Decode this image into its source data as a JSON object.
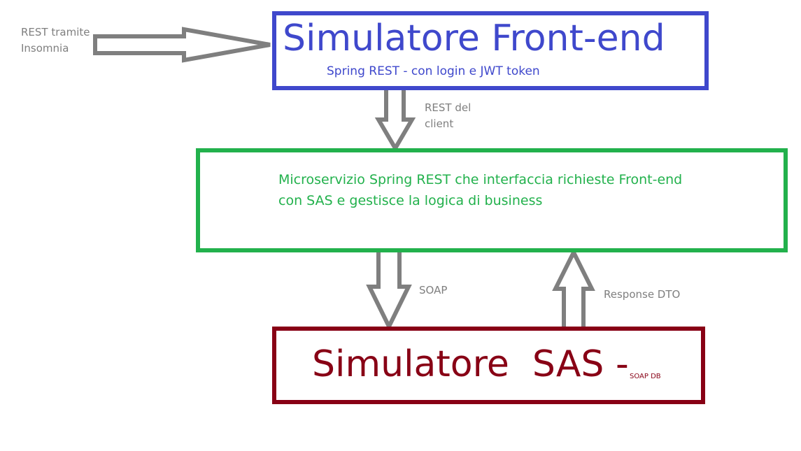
{
  "diagram": {
    "frontend": {
      "title": "Simulatore Front-end",
      "subtitle": "Spring REST - con login e JWT token",
      "color": "#3f48cc"
    },
    "microservice": {
      "line1": "Microservizio Spring REST che interfaccia richieste Front-end",
      "line2": "con SAS e gestisce la logica di business",
      "color": "#22b14c"
    },
    "sas": {
      "title": "Simulatore  SAS -",
      "subtitle": "SOAP DB",
      "color": "#880015"
    },
    "edges": {
      "rest_tramite_line1": "REST tramite",
      "rest_tramite_line2": "Insomnia",
      "rest_client_line1": "REST del",
      "rest_client_line2": "client",
      "soap": "SOAP",
      "response_dto": "Response DTO"
    },
    "arrow_color": "#7f7f7f"
  }
}
